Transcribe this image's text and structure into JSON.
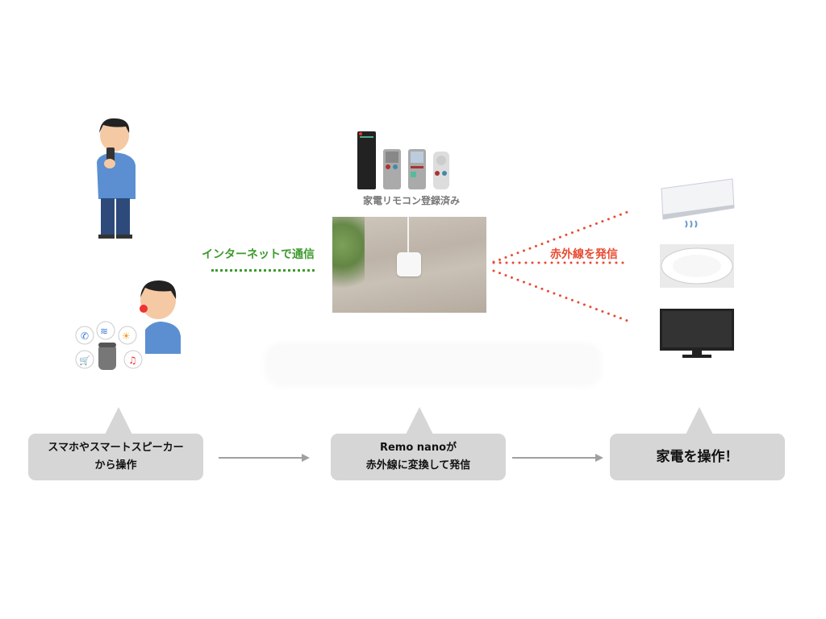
{
  "labels": {
    "internet": "インターネットで通信",
    "registered": "家電リモコン登録済み",
    "infrared": "赤外線を発信"
  },
  "steps": [
    {
      "line1": "スマホやスマートスピーカー",
      "line2": "から操作"
    },
    {
      "line1": "Remo nanoが",
      "line2": "赤外線に変換して発信"
    },
    {
      "line1": "家電を操作！"
    }
  ],
  "colors": {
    "internet": "#3e9a2c",
    "infrared": "#e84a30",
    "bubble": "#d6d6d6",
    "arrow": "#a0a0a0"
  },
  "icons": [
    "person-smartphone-icon",
    "person-smart-speaker-icon",
    "remote-controls-icon",
    "remo-nano-device-photo",
    "air-conditioner-icon",
    "ceiling-light-icon",
    "tv-icon"
  ]
}
